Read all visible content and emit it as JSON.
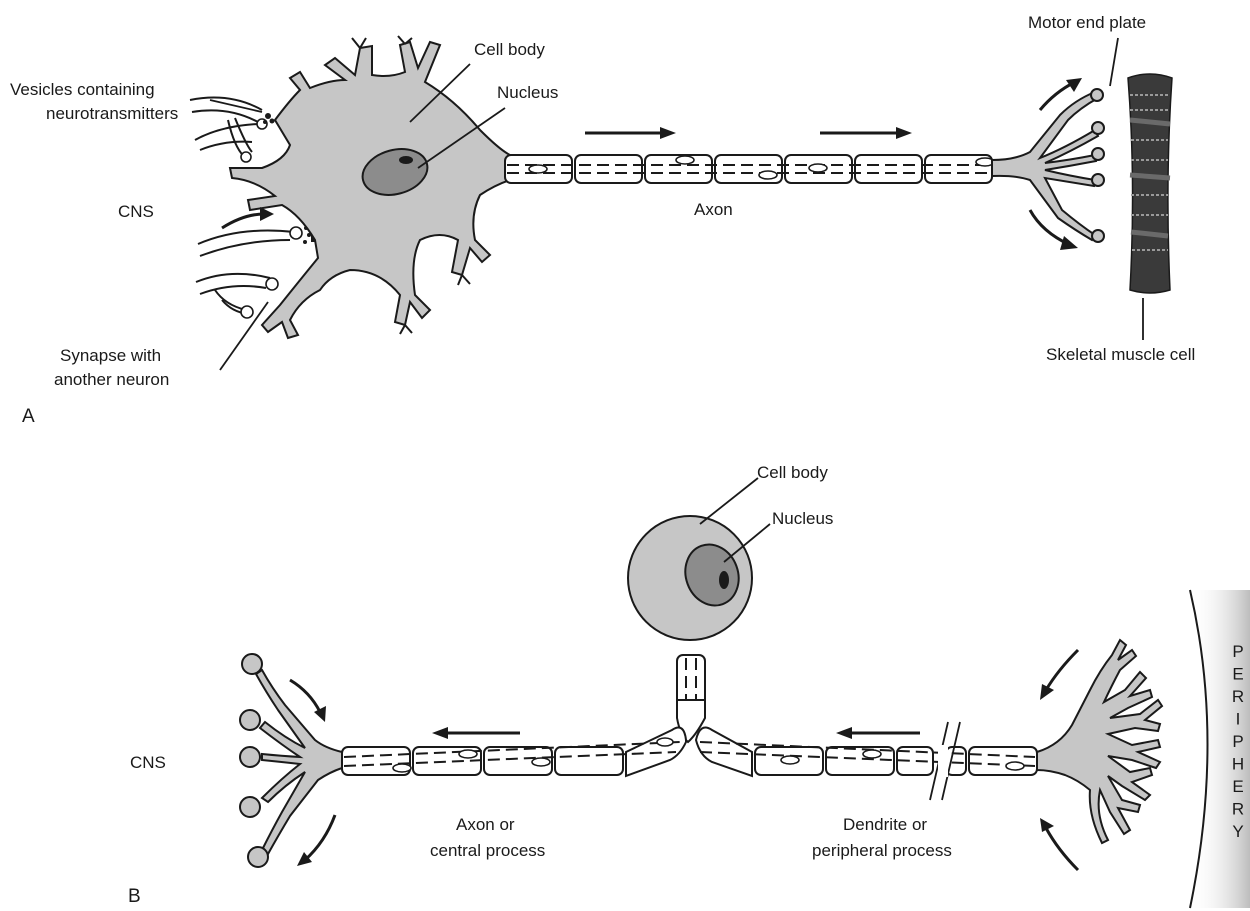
{
  "panel_a": {
    "letter": "A",
    "labels": {
      "vesicles_line1": "Vesicles containing",
      "vesicles_line2": "neurotransmitters",
      "cell_body": "Cell body",
      "nucleus": "Nucleus",
      "cns": "CNS",
      "axon": "Axon",
      "synapse_line1": "Synapse with",
      "synapse_line2": "another neuron",
      "motor_end_plate": "Motor end plate",
      "skeletal_muscle_cell": "Skeletal muscle cell"
    }
  },
  "panel_b": {
    "letter": "B",
    "labels": {
      "cell_body": "Cell body",
      "nucleus": "Nucleus",
      "cns": "CNS",
      "axon_line1": "Axon or",
      "axon_line2": "central process",
      "dendrite_line1": "Dendrite or",
      "dendrite_line2": "peripheral process",
      "periphery_letters": [
        "P",
        "E",
        "R",
        "I",
        "P",
        "H",
        "E",
        "R",
        "Y"
      ]
    }
  },
  "colors": {
    "soma_fill": "#c6c6c6",
    "nucleus_fill": "#8c8c8c",
    "line": "#1a1a1a",
    "muscle_fill": "#3a3a3a"
  }
}
